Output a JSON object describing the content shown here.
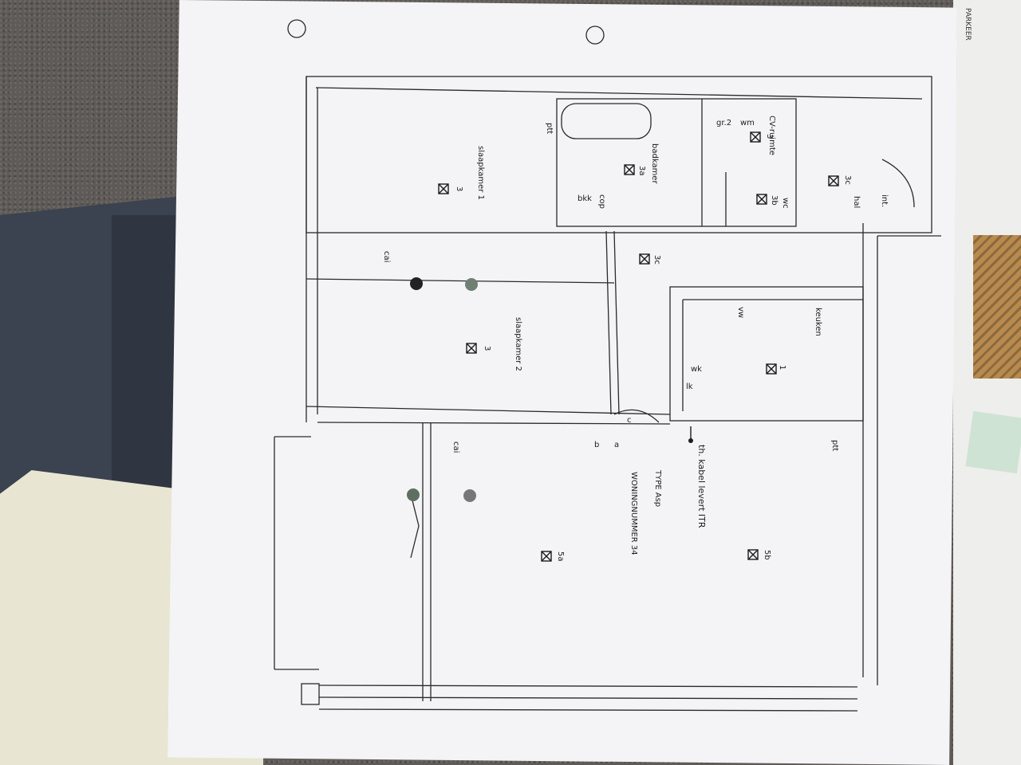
{
  "plan": {
    "rooms": {
      "bedroom1": "slaapkamer 1",
      "bedroom2": "slaapkamer 2",
      "bathroom": "badkamer",
      "cv_room": "CV-ruimte",
      "hall": "hal",
      "kitchen": "keuken",
      "wc": "wc"
    },
    "title_block": {
      "type_line": "TYPE Asp",
      "number_line": "WONINGNUMMER 34"
    },
    "cable_note": "th. kabel levert ITR",
    "symbol_labels": {
      "s3_bed1": "3",
      "s3_bed2": "3",
      "s3a": "3a",
      "s3b": "3b",
      "s3c_hall": "3c",
      "s3c_corr": "3c",
      "s1_kitchen": "1",
      "s5a": "5a",
      "s5b": "5b",
      "s3_cv": "3"
    },
    "outlet_labels": {
      "ptt_top": "ptt",
      "ptt_right": "ptt",
      "cai_top": "cai",
      "cai_bottom": "cai",
      "gr2": "gr.2",
      "wm": "wm",
      "wk": "wk",
      "lk": "lk",
      "vw": "vw",
      "bkk": "bkk",
      "cop": "cop",
      "int": "int."
    },
    "switch_letters": [
      "a",
      "b",
      "c"
    ]
  },
  "background": {
    "corner_text": "PARKEER"
  }
}
